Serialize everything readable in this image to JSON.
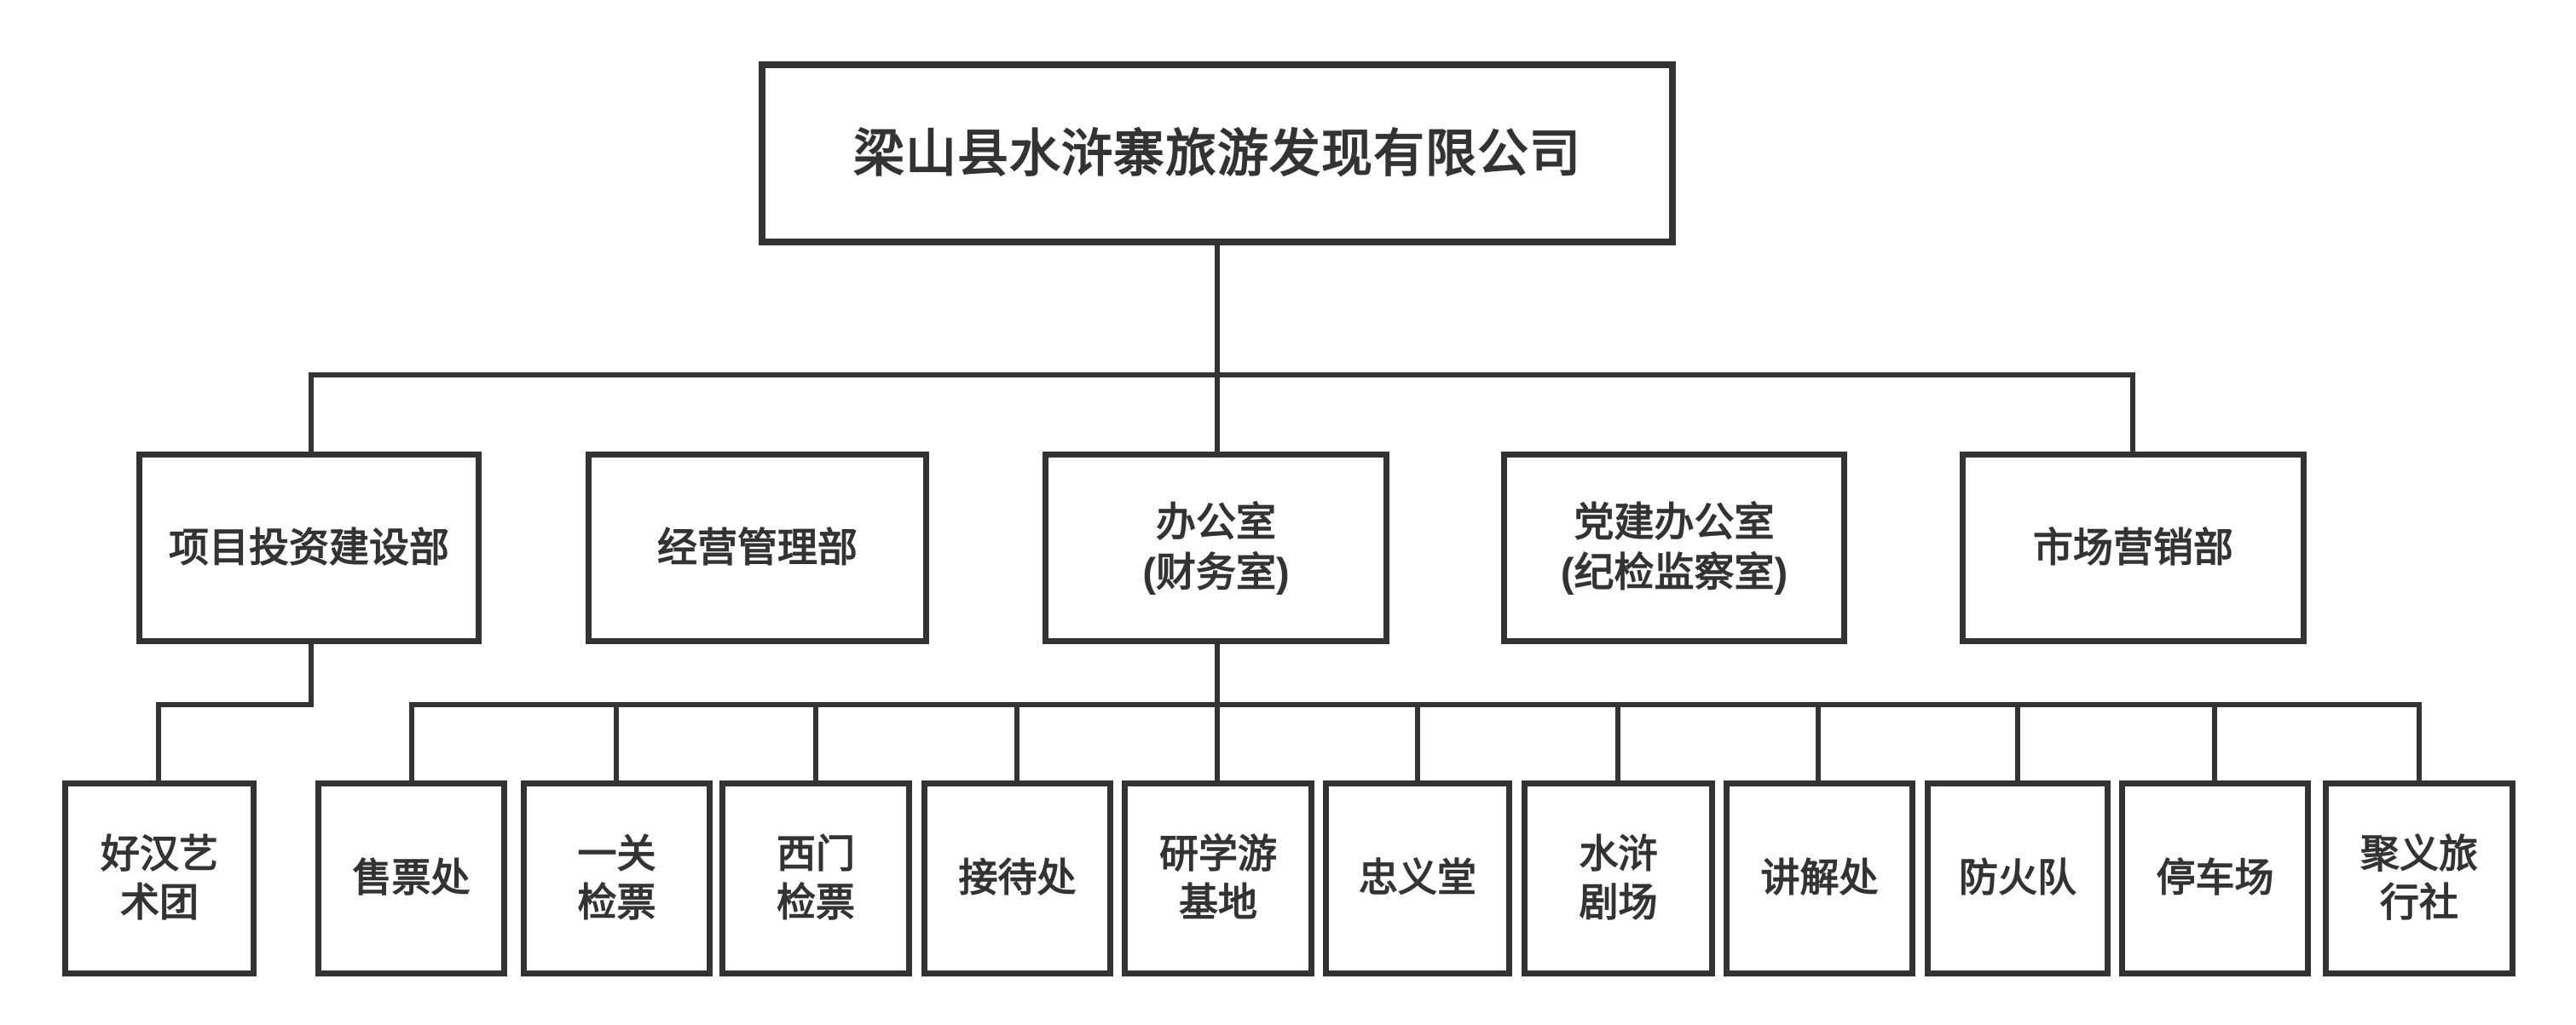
{
  "diagram": {
    "type": "org-chart",
    "colors": {
      "line": "#333333",
      "text": "#333333",
      "background": "#ffffff"
    },
    "root": {
      "label": "梁山县水浒寨旅游发现有限公司"
    },
    "level2": [
      {
        "label": "项目投资建设部"
      },
      {
        "label": "经营管理部"
      },
      {
        "label": "办公室\n(财务室)"
      },
      {
        "label": "党建办公室\n(纪检监察室)"
      },
      {
        "label": "市场营销部"
      }
    ],
    "level3_under_project_dept": [
      {
        "label": "好汉艺\n术团"
      }
    ],
    "level3_under_office": [
      {
        "label": "售票处"
      },
      {
        "label": "一关\n检票"
      },
      {
        "label": "西门\n检票"
      },
      {
        "label": "接待处"
      },
      {
        "label": "研学游\n基地"
      },
      {
        "label": "忠义堂"
      },
      {
        "label": "水浒\n剧场"
      },
      {
        "label": "讲解处"
      },
      {
        "label": "防火队"
      },
      {
        "label": "停车场"
      },
      {
        "label": "聚义旅\n行社"
      }
    ]
  }
}
